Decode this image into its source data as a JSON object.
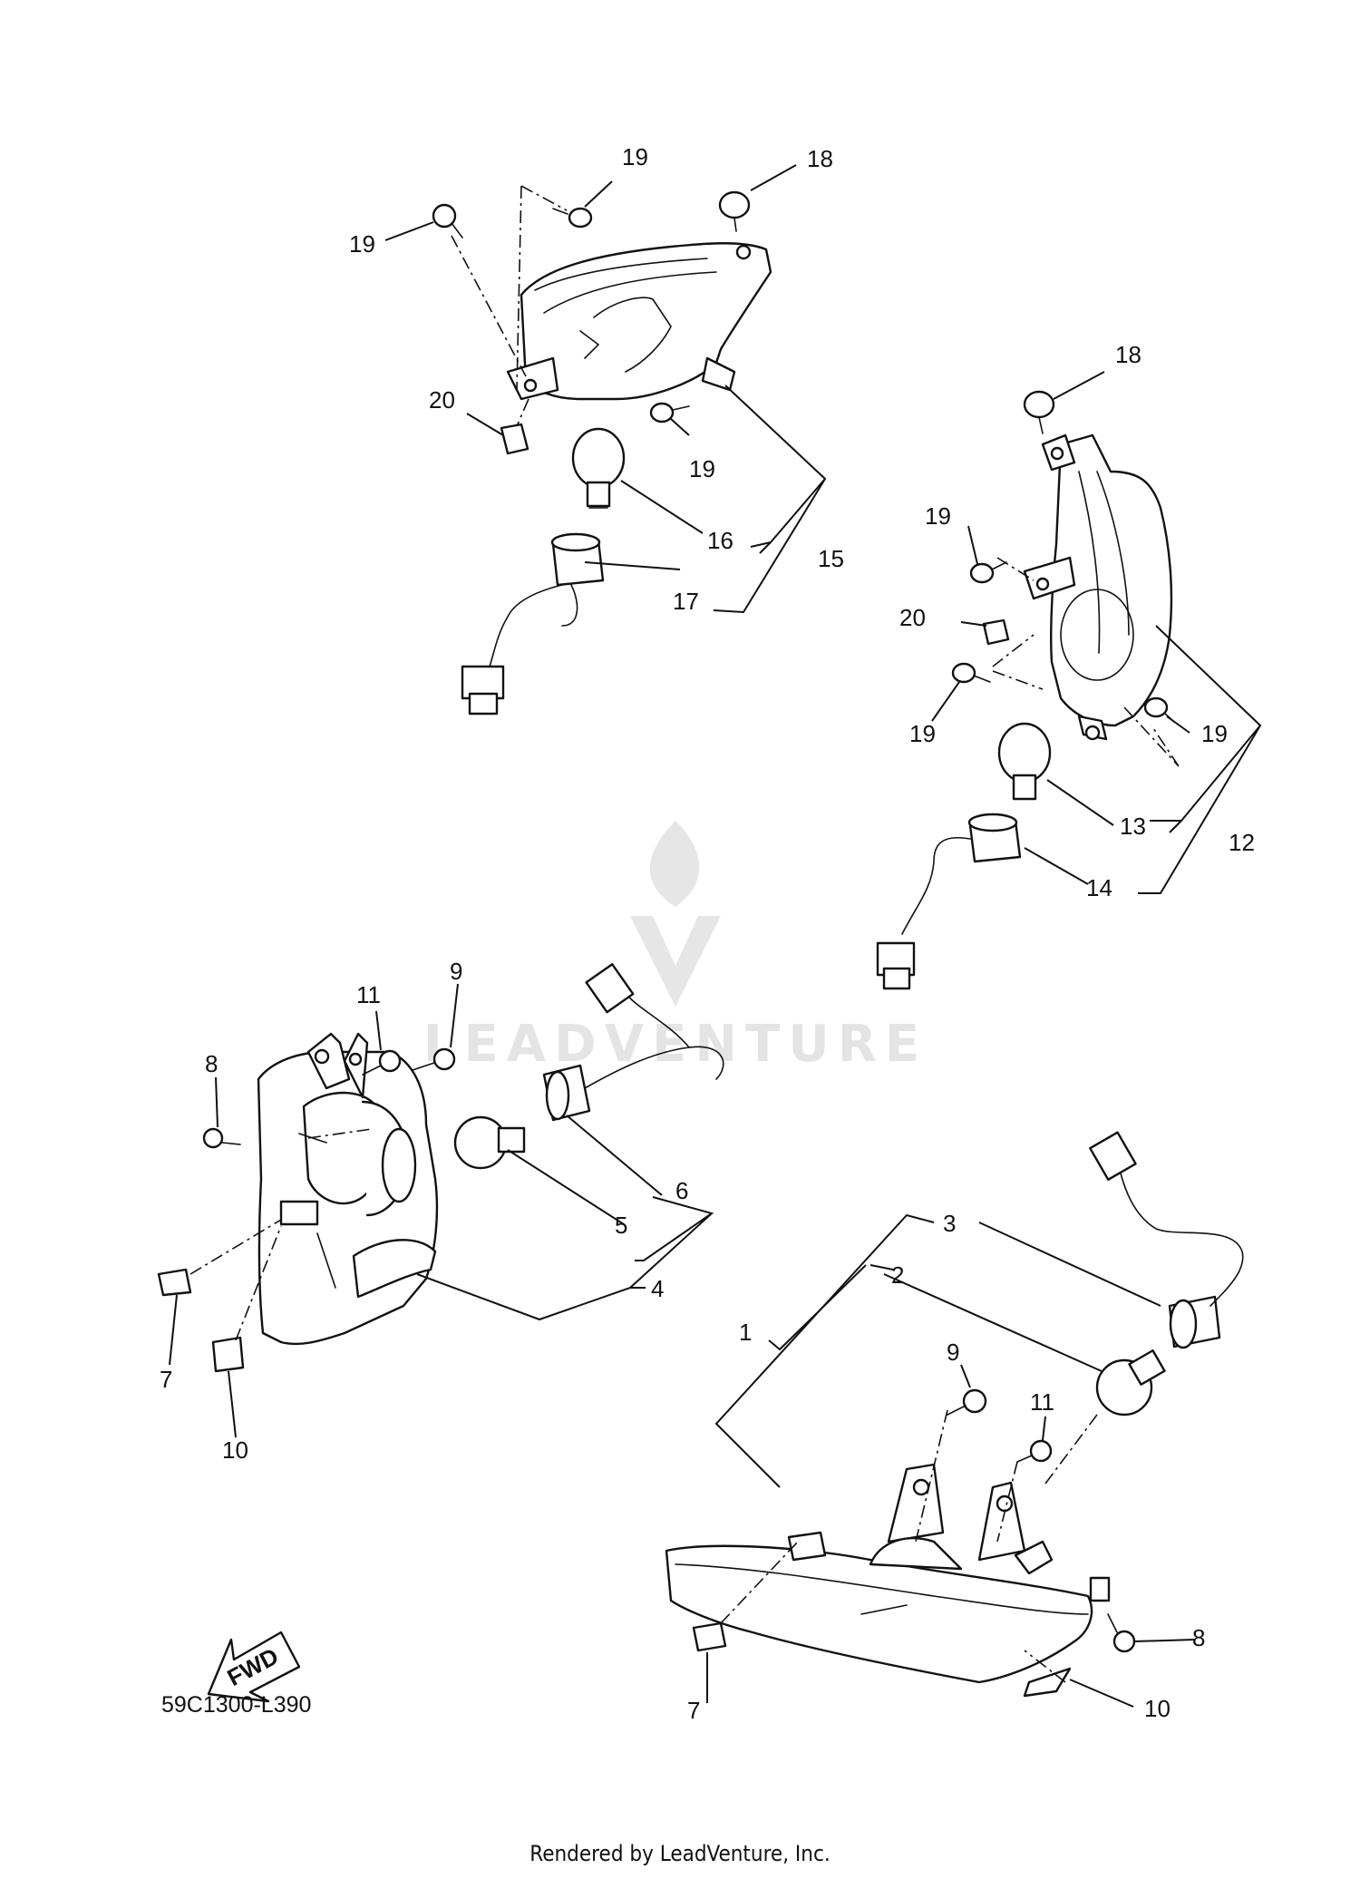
{
  "diagram_code": "59C1300-L390",
  "credit": "Rendered by LeadVenture, Inc.",
  "watermark": "LEADVENTURE",
  "fwd_label": "FWD",
  "callouts": [
    "1",
    "2",
    "3",
    "4",
    "5",
    "6",
    "7",
    "8",
    "9",
    "10",
    "11",
    "12",
    "13",
    "14",
    "15",
    "16",
    "17",
    "18",
    "19",
    "20"
  ]
}
